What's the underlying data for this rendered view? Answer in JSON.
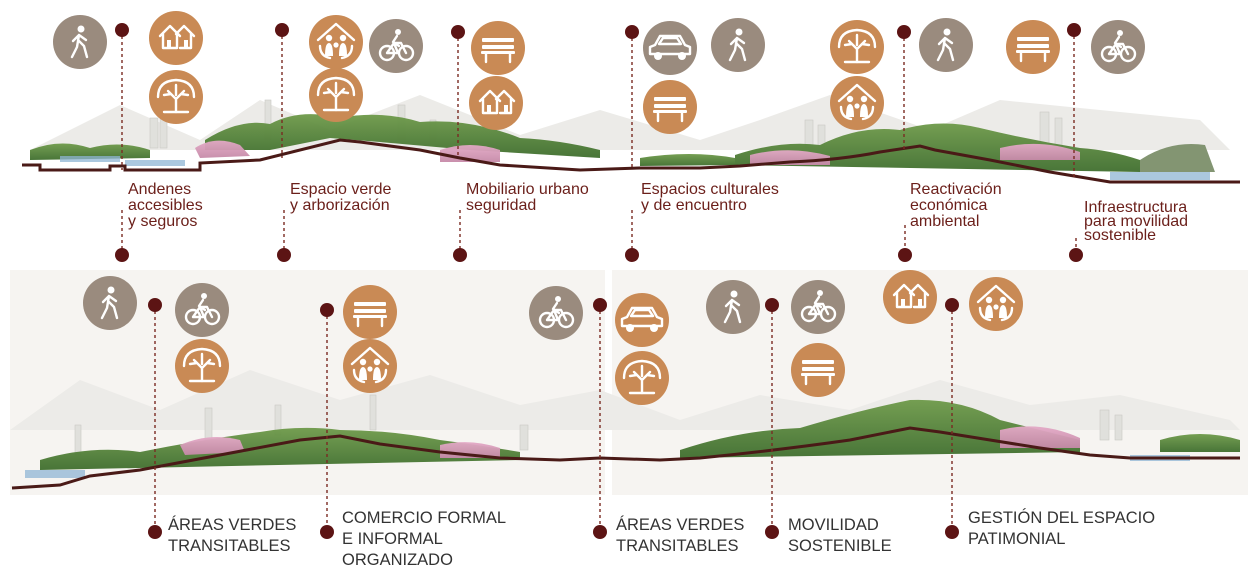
{
  "top_panel": {
    "labels": [
      {
        "id": "andenes",
        "lines": [
          "Andenes",
          "accesibles",
          "y seguros"
        ],
        "icons": [
          "pedestrian-icon",
          "community-housing-icon",
          "tree-icon"
        ]
      },
      {
        "id": "espacio-verde",
        "lines": [
          "Espacio verde",
          "y arborización"
        ],
        "icons": [
          "family-care-icon",
          "cyclist-icon",
          "tree-icon"
        ]
      },
      {
        "id": "mobiliario",
        "lines": [
          "Mobiliario urbano",
          "seguridad"
        ],
        "icons": [
          "bench-icon",
          "community-housing-icon"
        ]
      },
      {
        "id": "espacios-culturales",
        "lines": [
          "Espacios culturales",
          "y de encuentro"
        ],
        "icons": [
          "car-icon",
          "pedestrian-icon",
          "bench-icon"
        ]
      },
      {
        "id": "reactivacion",
        "lines": [
          "Reactivación",
          "económica",
          "ambiental"
        ],
        "icons": [
          "tree-icon",
          "pedestrian-icon",
          "family-care-icon"
        ]
      },
      {
        "id": "infraestructura",
        "lines": [
          "Infraestructura",
          "para movilidad",
          "sostenible"
        ],
        "icons": [
          "bench-icon",
          "cyclist-icon"
        ]
      }
    ]
  },
  "bottom_panel": {
    "labels": [
      {
        "id": "areas-verdes-1",
        "lines": [
          "ÁREAS VERDES",
          "TRANSITABLES"
        ],
        "icons": [
          "pedestrian-icon",
          "cyclist-icon",
          "tree-icon"
        ]
      },
      {
        "id": "comercio",
        "lines": [
          "COMERCIO FORMAL",
          "E INFORMAL",
          "ORGANIZADO"
        ],
        "icons": [
          "bench-icon",
          "family-care-icon"
        ]
      },
      {
        "id": "areas-verdes-2",
        "lines": [
          "ÁREAS VERDES",
          "TRANSITABLES"
        ],
        "icons": [
          "cyclist-icon",
          "car-icon",
          "tree-icon"
        ]
      },
      {
        "id": "movilidad",
        "lines": [
          "MOVILIDAD",
          "SOSTENIBLE"
        ],
        "icons": [
          "pedestrian-icon",
          "cyclist-icon",
          "bench-icon"
        ]
      },
      {
        "id": "gestion",
        "lines": [
          "GESTIÓN DEL ESPACIO",
          "PATIMONIAL"
        ],
        "icons": [
          "community-housing-icon",
          "family-care-icon"
        ]
      }
    ]
  },
  "colors": {
    "label_top": "#6b1f1a",
    "pin": "#5c1414",
    "icon_grey": "#9a8b7e",
    "icon_orange": "#c98a55"
  }
}
